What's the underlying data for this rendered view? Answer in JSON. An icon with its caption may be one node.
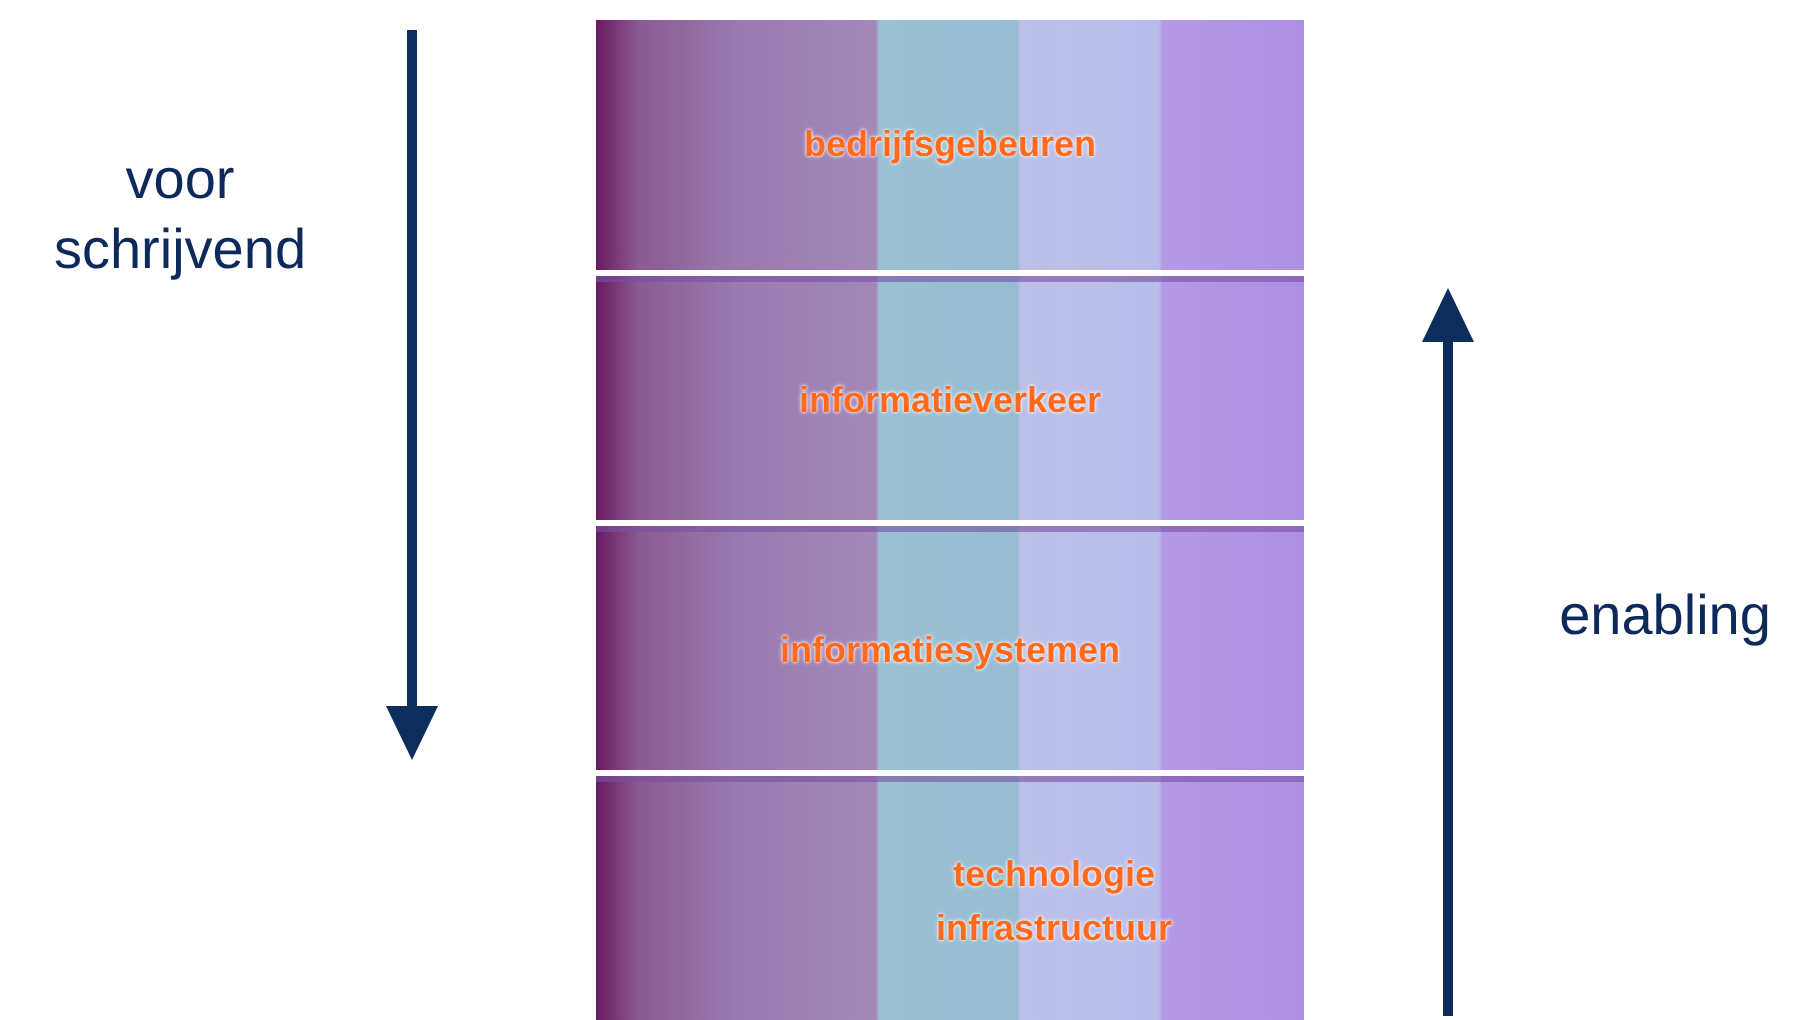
{
  "diagram": {
    "nodes": [
      {
        "text": [
          "bedrijfsgebeuren"
        ]
      },
      {
        "text": [
          "informatieverkeer"
        ]
      },
      {
        "text": [
          "informatiesystemen"
        ]
      },
      {
        "text": [
          "technologie infrastructuur"
        ]
      }
    ],
    "labels": [
      "voor schrijvend",
      "enabling"
    ]
  }
}
